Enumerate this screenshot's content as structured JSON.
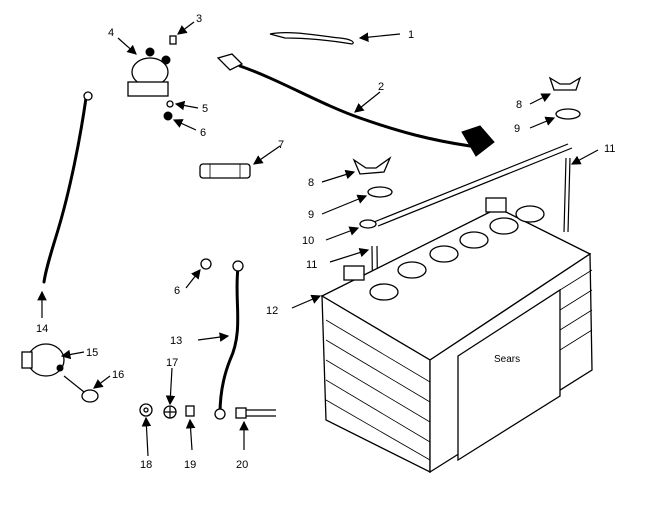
{
  "callouts": [
    {
      "id": "c1",
      "text": "1"
    },
    {
      "id": "c2",
      "text": "2"
    },
    {
      "id": "c3",
      "text": "3"
    },
    {
      "id": "c4",
      "text": "4"
    },
    {
      "id": "c5",
      "text": "5"
    },
    {
      "id": "c6a",
      "text": "6"
    },
    {
      "id": "c6b",
      "text": "6"
    },
    {
      "id": "c7",
      "text": "7"
    },
    {
      "id": "c8a",
      "text": "8"
    },
    {
      "id": "c8b",
      "text": "8"
    },
    {
      "id": "c9a",
      "text": "9"
    },
    {
      "id": "c9b",
      "text": "9"
    },
    {
      "id": "c10",
      "text": "10"
    },
    {
      "id": "c11a",
      "text": "11"
    },
    {
      "id": "c11b",
      "text": "11"
    },
    {
      "id": "c12",
      "text": "12"
    },
    {
      "id": "c13",
      "text": "13"
    },
    {
      "id": "c14",
      "text": "14"
    },
    {
      "id": "c15",
      "text": "15"
    },
    {
      "id": "c16",
      "text": "16"
    },
    {
      "id": "c17",
      "text": "17"
    },
    {
      "id": "c18",
      "text": "18"
    },
    {
      "id": "c19",
      "text": "19"
    },
    {
      "id": "c20",
      "text": "20"
    }
  ],
  "battery_brand": "Sears"
}
